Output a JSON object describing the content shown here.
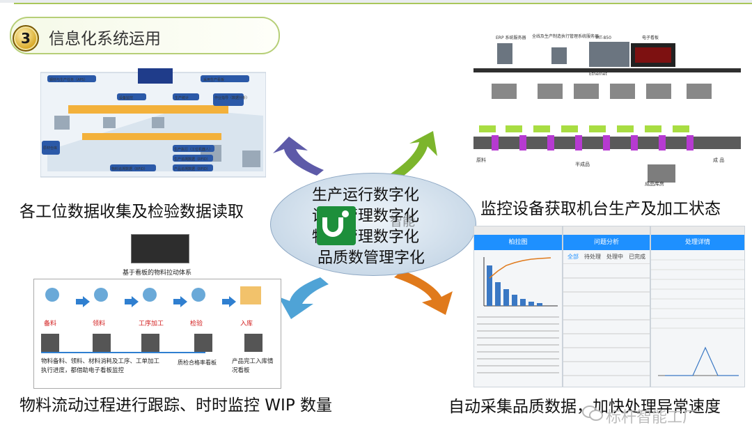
{
  "header": {
    "step_number": "3",
    "title": "信息化系统运用"
  },
  "center": {
    "lines": [
      "生产运行数字化",
      "设备管理数字化",
      "物料管理数字化",
      "品质数管理字化"
    ],
    "overlay_text": "智能"
  },
  "panels": {
    "top_left": {
      "caption": "各工位数据收集及检验数据读取",
      "labels": [
        "钢材与生产任务（APS）",
        "采用生产看板",
        "设备监控",
        "生产统计",
        "作业指导（数据分析）",
        "原材仓库",
        "物料追溯数据（RFID）",
        "生产执行（工位机器人）",
        "生产追溯数据（RFID）",
        "产品追溯数据（RFID）"
      ]
    },
    "top_right": {
      "caption": "监控设备获取机台生产及加工状态",
      "labels": [
        "ERP 系统服务器",
        "全线及生产制造执行管理系统服务器",
        "MT-850",
        "电子看板",
        "Ethernet",
        "原料",
        "半成品",
        "成 品",
        "成品库房"
      ]
    },
    "bottom_left": {
      "caption": "物料流动过程进行跟踪、时时监控 WIP 数量",
      "board_title": "基于看板的物料拉动体系",
      "stages": [
        "备料",
        "领料",
        "工序加工",
        "检验",
        "入库"
      ],
      "note_left": "物料备料、领料、材料消耗及工序、工单加工执行进度，都借助电子看板监控",
      "note_mid": "质检合格率看板",
      "note_right": "产品完工入库情况看板"
    },
    "bottom_right": {
      "caption": "自动采集品质数据，加快处理异常速度",
      "screens": [
        "柏拉图",
        "问题分析",
        "处理详情"
      ],
      "tabs": [
        "全部",
        "待处理",
        "处理中",
        "已完成"
      ]
    }
  },
  "watermark": {
    "text": "标杆智能工厂"
  },
  "colors": {
    "accent_green": "#a9c75a",
    "arrow_purple": "#5d5aa8",
    "arrow_green": "#7cb52c",
    "arrow_blue": "#4fa3d6",
    "arrow_orange": "#e07a1c",
    "logo_green": "#1d8f3b"
  }
}
